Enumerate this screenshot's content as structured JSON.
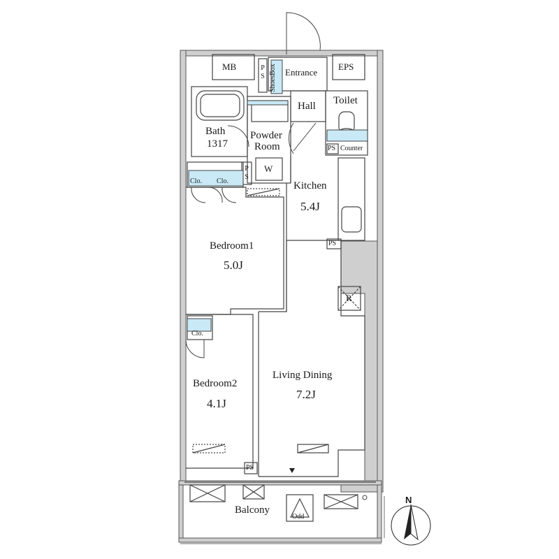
{
  "plan": {
    "rooms": {
      "entrance": "Entrance",
      "mb": "MB",
      "eps": "EPS",
      "ps_top": "P\nS",
      "shoesbox": "ShoesBox",
      "hall": "Hall",
      "toilet": "Toilet",
      "ps_toilet": "PS",
      "counter": "Counter",
      "bath": "Bath",
      "bath_size": "1317",
      "powder": "Powder",
      "powder2": "Room",
      "washer": "W",
      "ps_powder": "P\nS",
      "kitchen": "Kitchen",
      "kitchen_area": "5.4J",
      "clo1": "Clo.",
      "clo2": "Clo.",
      "bedroom1": "Bedroom1",
      "bedroom1_area": "5.0J",
      "ps_kitchen": "PS",
      "fridge": "R",
      "clo3": "Clo.",
      "bedroom2": "Bedroom2",
      "bedroom2_area": "4.1J",
      "living": "Living Dining",
      "living_area": "7.2J",
      "ps_balcony": "PS",
      "balcony": "Balcony",
      "odd": "Odd"
    },
    "compass": "N",
    "colors": {
      "wall": "#c8c8c8",
      "line": "#444444",
      "fixture_blue": "#c9e9f6"
    }
  }
}
